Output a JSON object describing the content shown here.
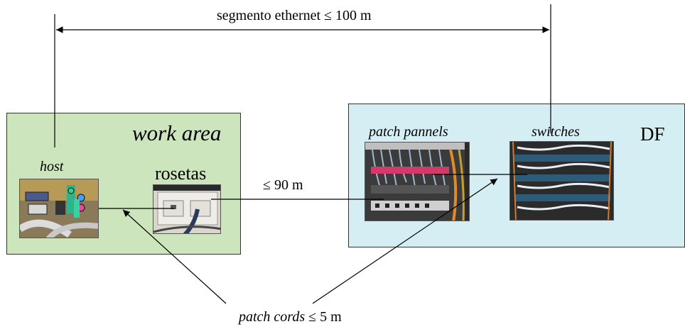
{
  "labels": {
    "segment": "segmento ethernet ≤ 100 m",
    "work_area": "work area",
    "df": "DF",
    "host": "host",
    "rosetas": "rosetas",
    "patch_pannels": "patch pannels",
    "switches": "switches",
    "ninety": "≤ 90 m",
    "patch_cords_italic": "patch cords",
    "patch_cords_suffix": " ≤ 5 m"
  },
  "colors": {
    "work_area_fill": "#cde5bd",
    "df_fill": "#d5eef3",
    "line": "#000000"
  }
}
